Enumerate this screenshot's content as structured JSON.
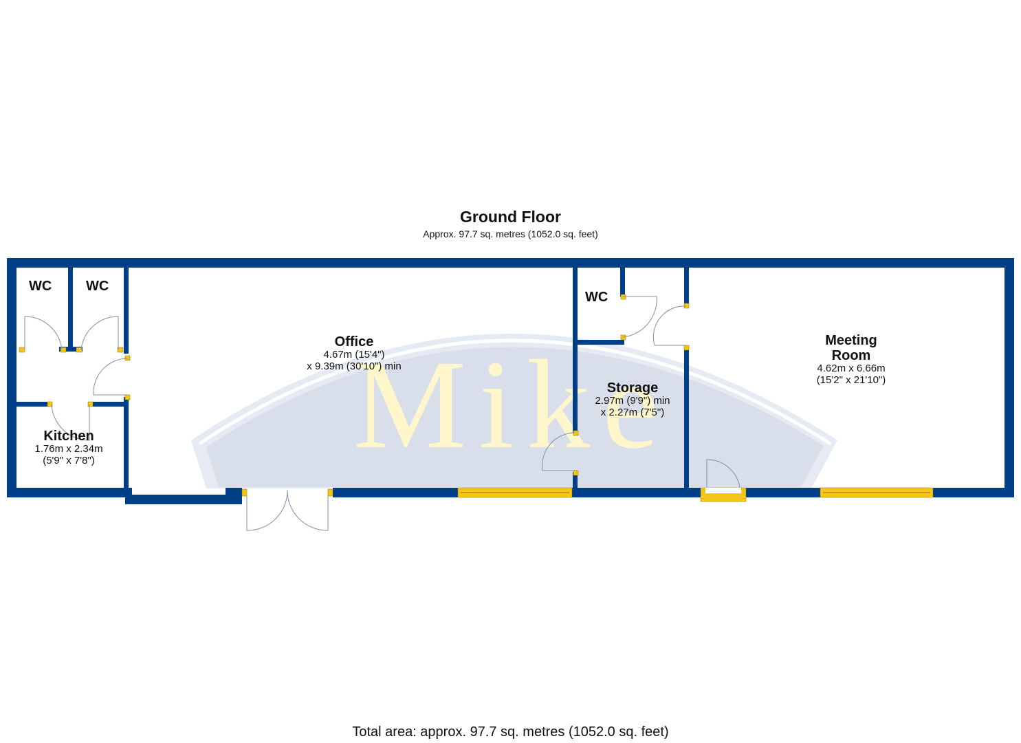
{
  "floor": {
    "title": "Ground Floor",
    "subtitle": "Approx. 97.7 sq. metres (1052.0 sq. feet)"
  },
  "rooms": {
    "wc1": {
      "name": "WC"
    },
    "wc2": {
      "name": "WC"
    },
    "wc3": {
      "name": "WC"
    },
    "kitchen": {
      "name": "Kitchen",
      "dim1": "1.76m x 2.34m",
      "dim2": "(5'9\" x 7'8\")"
    },
    "office": {
      "name": "Office",
      "dim1": "4.67m (15'4\")",
      "dim2": "x 9.39m (30'10\") min"
    },
    "storage": {
      "name": "Storage",
      "dim1": "2.97m (9'9\") min",
      "dim2": "x 2.27m (7'5\")"
    },
    "meeting": {
      "name1": "Meeting",
      "name2": "Room",
      "dim1": "4.62m x 6.66m",
      "dim2": "(15'2\" x 21'10\")"
    }
  },
  "watermark": {
    "text": "Mike"
  },
  "footer": {
    "total": "Total area: approx. 97.7 sq. metres (1052.0 sq. feet)"
  },
  "colors": {
    "wall": "#003f87",
    "door_jamb": "#f5c518",
    "watermark_bg": "#d9e0ec",
    "watermark_text": "#fff6cc"
  }
}
